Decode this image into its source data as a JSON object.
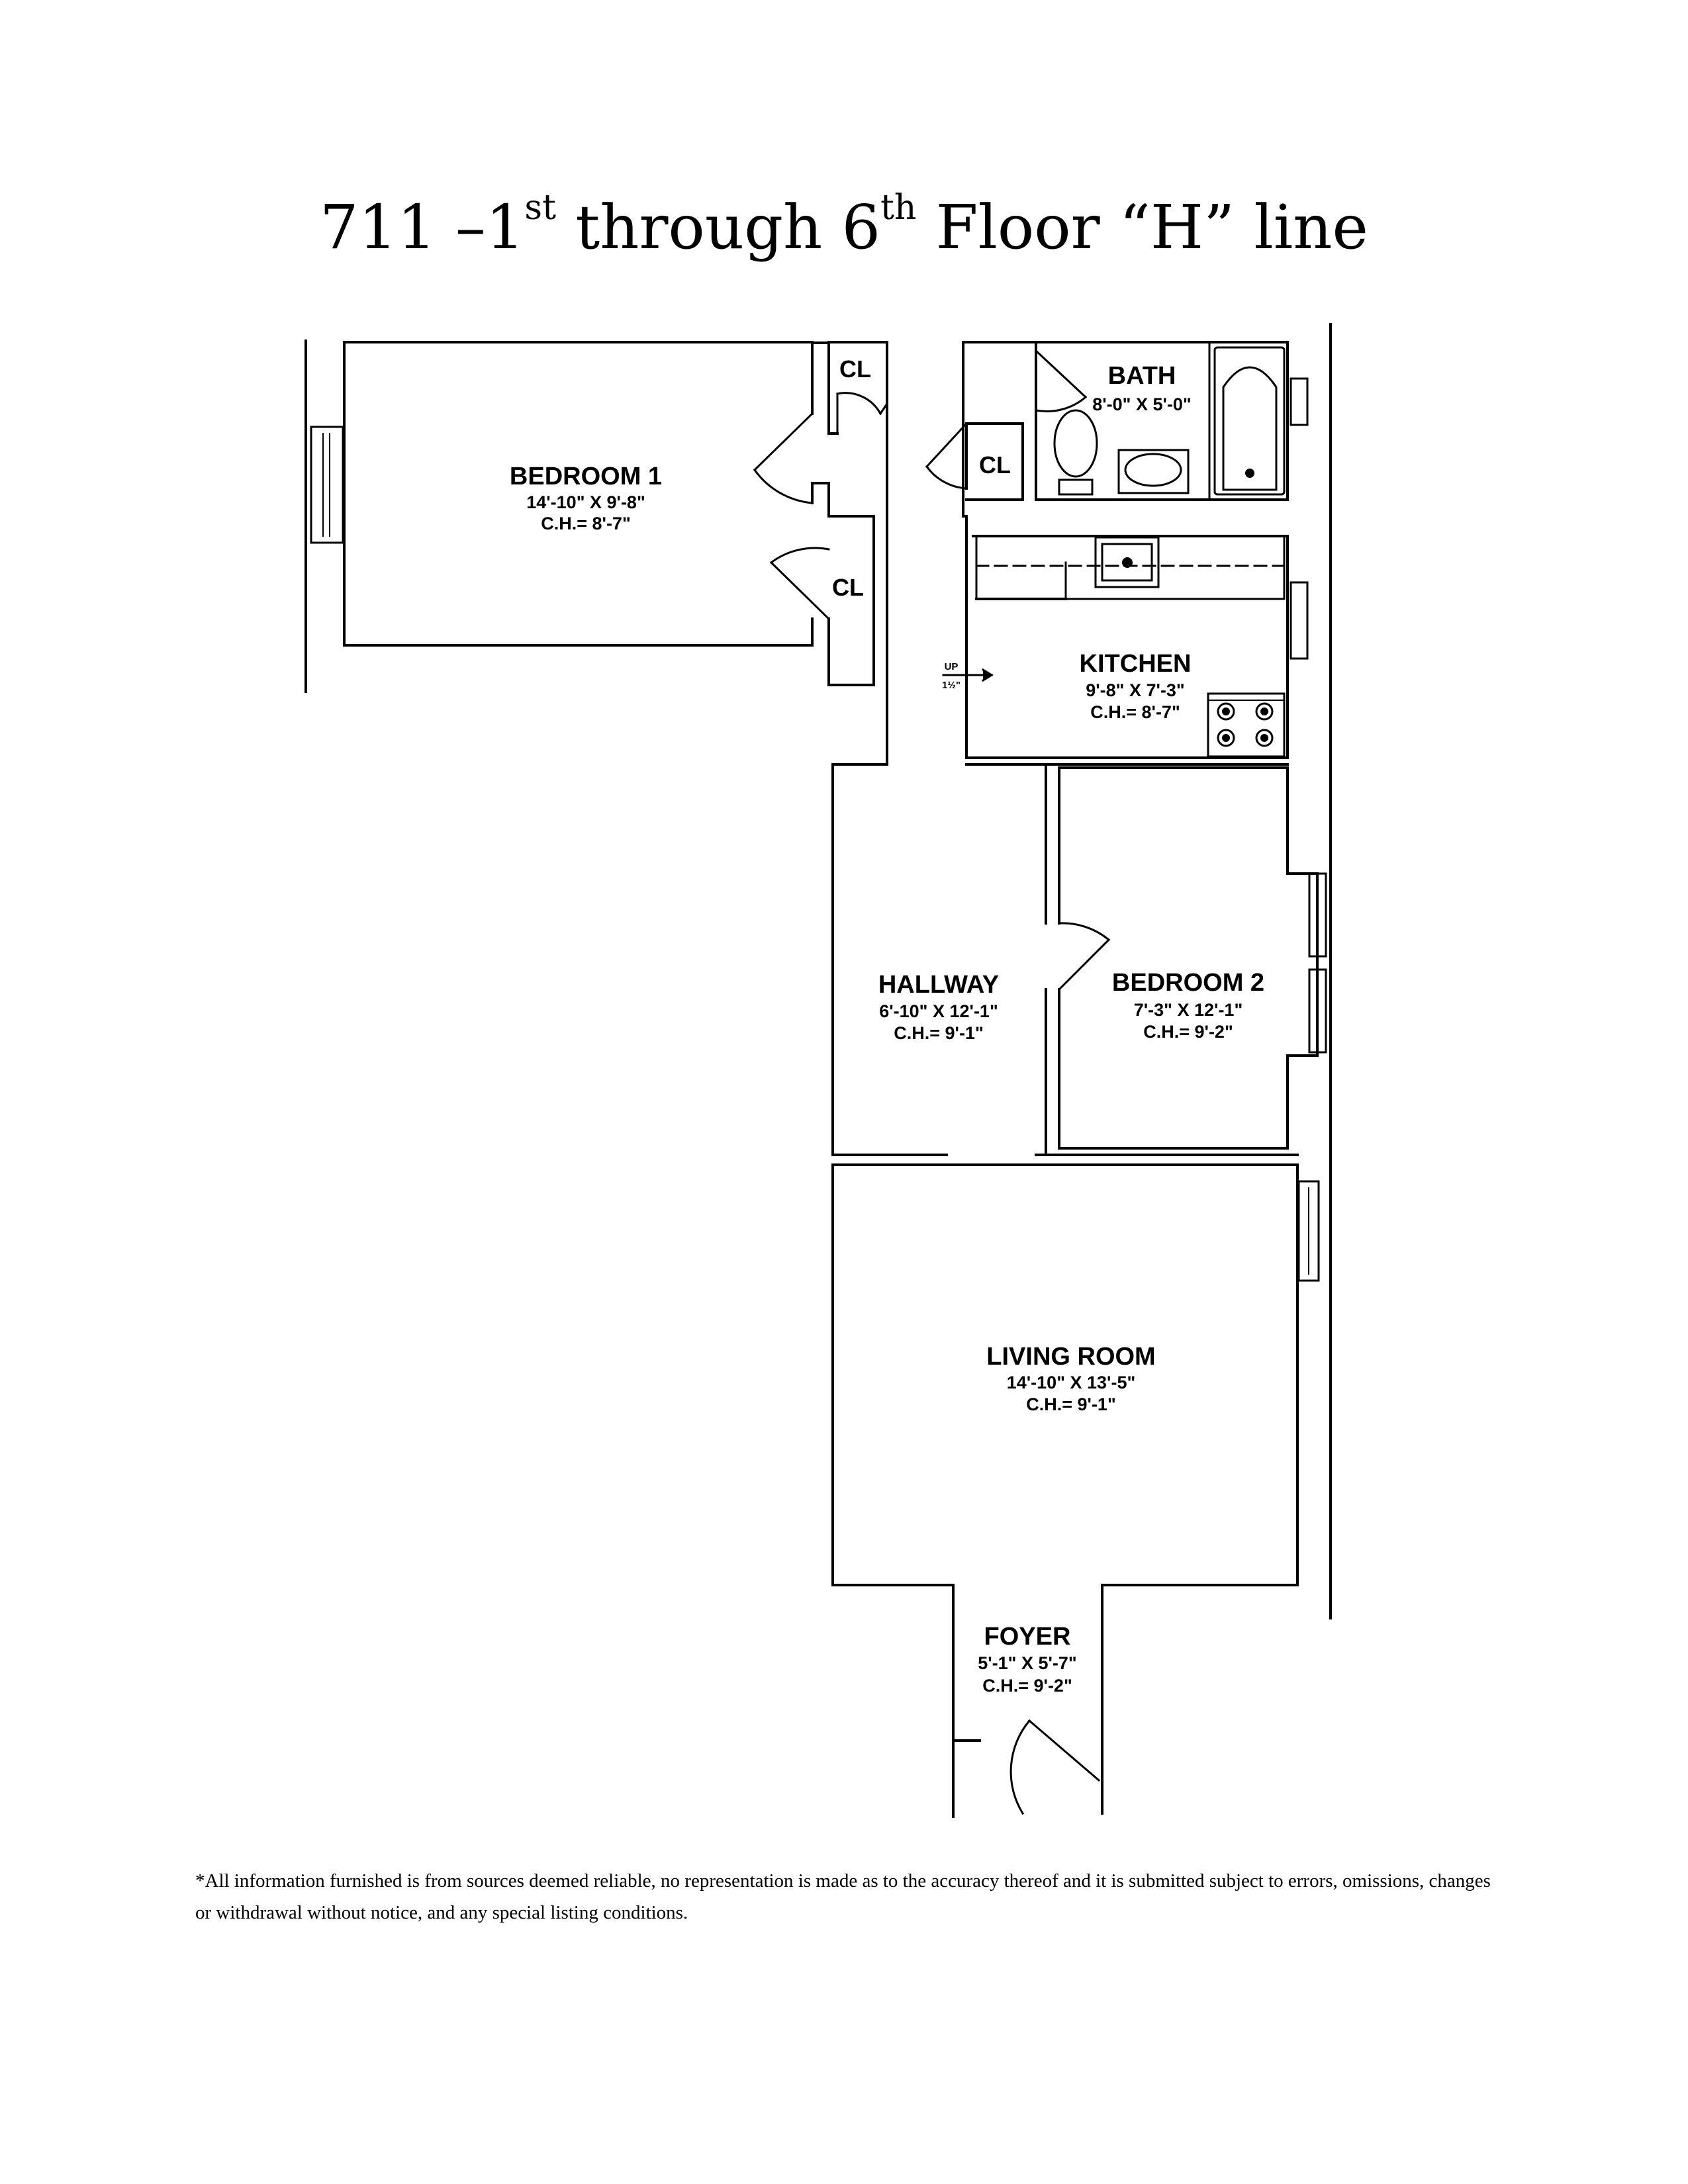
{
  "title": {
    "prefix": "711 –1",
    "sup1": "st",
    "middle": " through 6",
    "sup2": "th",
    "suffix": " Floor “H” line"
  },
  "rooms": {
    "bedroom1": {
      "name": "BEDROOM 1",
      "dims": "14'-10\" X 9'-8\"",
      "ceiling": "C.H.= 8'-7\""
    },
    "bath": {
      "name": "BATH",
      "dims": "8'-0\" X 5'-0\""
    },
    "kitchen": {
      "name": "KITCHEN",
      "dims": "9'-8\" X 7'-3\"",
      "ceiling": "C.H.= 8'-7\""
    },
    "hallway": {
      "name": "HALLWAY",
      "dims": "6'-10\" X 12'-1\"",
      "ceiling": "C.H.= 9'-1\""
    },
    "bedroom2": {
      "name": "BEDROOM 2",
      "dims": "7'-3\" X 12'-1\"",
      "ceiling": "C.H.= 9'-2\""
    },
    "living": {
      "name": "LIVING ROOM",
      "dims": "14'-10\" X 13'-5\"",
      "ceiling": "C.H.= 9'-1\""
    },
    "foyer": {
      "name": "FOYER",
      "dims": "5'-1\" X 5'-7\"",
      "ceiling": "C.H.= 9'-2\""
    }
  },
  "closets": {
    "cl1": "CL",
    "cl2": "CL",
    "cl3": "CL"
  },
  "step": {
    "label": "UP",
    "height": "1½\""
  },
  "disclaimer": "*All information furnished is from sources deemed reliable, no representation is made as to the accuracy thereof and it is submitted subject to errors, omissions, changes or withdrawal without notice, and any special listing conditions."
}
